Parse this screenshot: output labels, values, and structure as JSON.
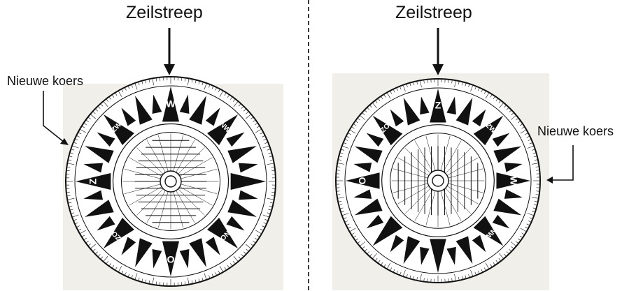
{
  "left": {
    "title": "Zeilstreep",
    "label": "Nieuwe koers",
    "letters": {
      "top": "W",
      "bottom": "O",
      "left": "Z",
      "top_left": "ZW",
      "top_right": "NW",
      "bottom_left": "ZO",
      "bottom_right": "NO"
    }
  },
  "right": {
    "title": "Zeilstreep",
    "label": "Nieuwe koers",
    "letters": {
      "top": "Z",
      "left": "O",
      "right": "W",
      "top_left": "ZO",
      "top_right": "ZW",
      "bottom_right": "NW"
    }
  },
  "colors": {
    "ink": "#111111",
    "paper": "#f1efea",
    "divider": "#3a3a3a"
  }
}
